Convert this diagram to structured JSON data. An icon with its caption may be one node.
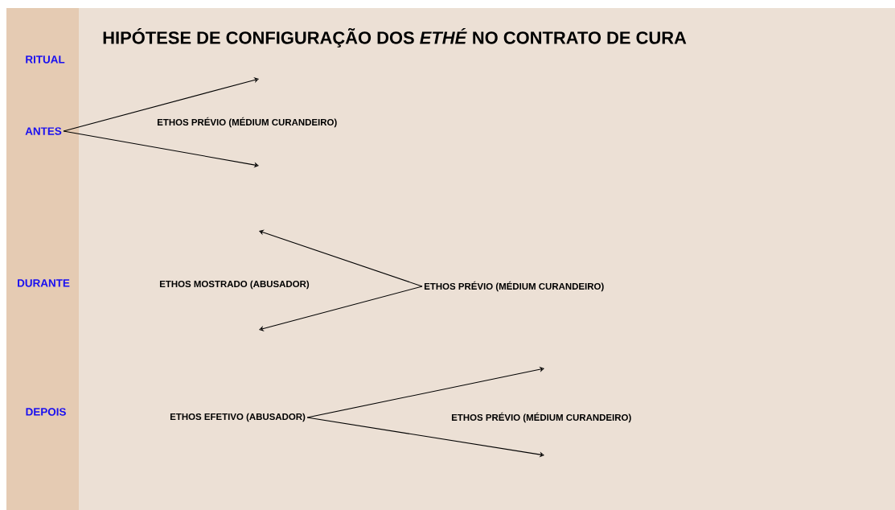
{
  "diagram": {
    "title": "HIPÓTESE DE CONFIGURAÇÃO DOS *ETHÉ* NO CONTRATO DE CURA",
    "nodes": [
      {
        "text": [
          "ANTES"
        ]
      },
      {
        "text": [
          "ETHOS PRÉVIO (MÉDIUM CURANDEIRO)"
        ]
      },
      {
        "text": [
          "ETHOS EFETIVO (ABUSADOR)"
        ]
      }
    ],
    "edges": [
      {
        "from": 0,
        "to": null,
        "arrow": "to"
      },
      {
        "from": 0,
        "to": null,
        "arrow": "to"
      },
      {
        "from": 1,
        "to": null,
        "arrow": "to"
      },
      {
        "from": 1,
        "to": null,
        "arrow": "to"
      },
      {
        "from": 2,
        "to": null,
        "arrow": "to"
      },
      {
        "from": 2,
        "to": null,
        "arrow": "to"
      }
    ],
    "labels": [
      "RITUAL",
      "ETHOS PRÉVIO (MÉDIUM CURANDEIRO)",
      "DURANTE",
      "ETHOS MOSTRADO (ABUSADOR)",
      "DEPOIS",
      "ETHOS PRÉVIO (MÉDIUM CURANDEIRO)"
    ]
  }
}
